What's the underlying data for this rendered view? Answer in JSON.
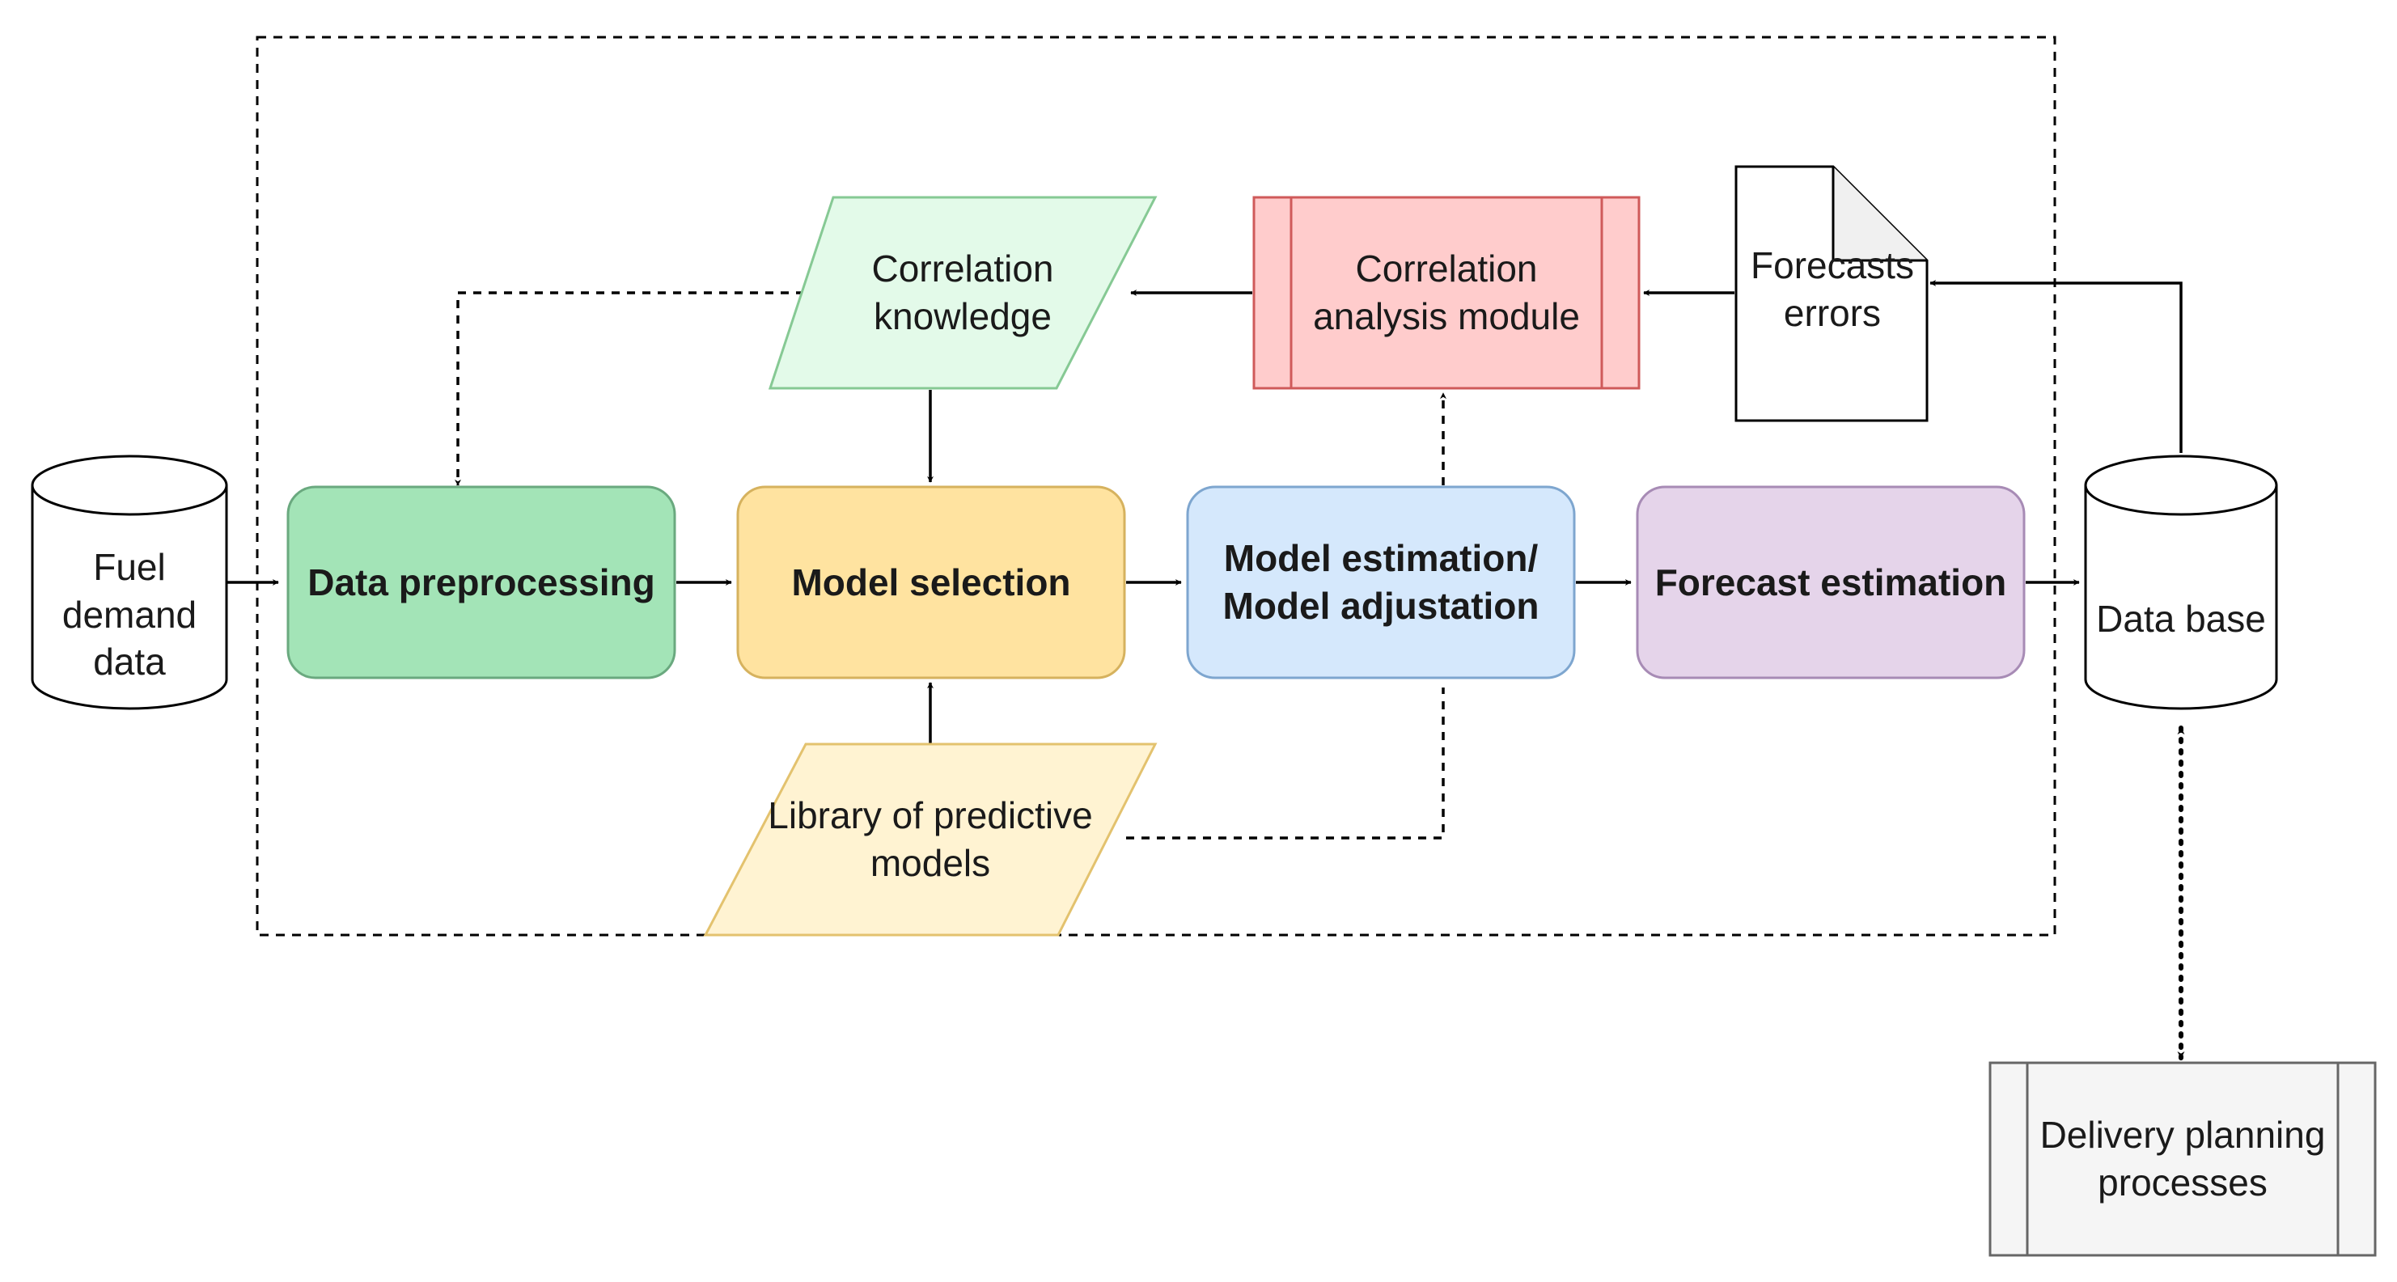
{
  "nodes": {
    "fuel_demand_data": {
      "label": "Fuel\ndemand\ndata",
      "shape": "cylinder"
    },
    "data_preprocessing": {
      "label": "Data preprocessing",
      "shape": "rounded-rect",
      "fill": "#a3e4b7",
      "stroke": "#6aa97f"
    },
    "model_selection": {
      "label": "Model selection",
      "shape": "rounded-rect",
      "fill": "#ffe3a0",
      "stroke": "#d6b25e"
    },
    "model_estimation": {
      "label": "Model estimation/\nModel adjustation",
      "shape": "rounded-rect",
      "fill": "#d5e8fc",
      "stroke": "#7ea6cf"
    },
    "forecast_estimation": {
      "label": "Forecast estimation",
      "shape": "rounded-rect",
      "fill": "#e5d4ea",
      "stroke": "#a78bb5"
    },
    "data_base": {
      "label": "Data base",
      "shape": "cylinder"
    },
    "correlation_knowledge": {
      "label": "Correlation\nknowledge",
      "shape": "parallelogram",
      "fill": "#e3fae9",
      "stroke": "#86c994"
    },
    "library_of_models": {
      "label": "Library of predictive\nmodels",
      "shape": "parallelogram",
      "fill": "#fff3d2",
      "stroke": "#e3c26e"
    },
    "correlation_analysis_module": {
      "label": "Correlation\nanalysis module",
      "shape": "process",
      "fill": "#ffcccc",
      "stroke": "#cf5a5a"
    },
    "forecasts_errors": {
      "label": "Forecasts\nerrors",
      "shape": "document"
    },
    "delivery_planning": {
      "label": "Delivery planning\nprocesses",
      "shape": "process",
      "fill": "#f5f5f5",
      "stroke": "#666666"
    }
  },
  "edges": [
    {
      "from": "fuel_demand_data",
      "to": "data_preprocessing",
      "style": "solid"
    },
    {
      "from": "data_preprocessing",
      "to": "model_selection",
      "style": "solid"
    },
    {
      "from": "model_selection",
      "to": "model_estimation",
      "style": "solid"
    },
    {
      "from": "model_estimation",
      "to": "forecast_estimation",
      "style": "solid"
    },
    {
      "from": "forecast_estimation",
      "to": "data_base",
      "style": "solid"
    },
    {
      "from": "data_base",
      "to": "forecasts_errors",
      "style": "solid"
    },
    {
      "from": "forecasts_errors",
      "to": "correlation_analysis_module",
      "style": "solid"
    },
    {
      "from": "correlation_analysis_module",
      "to": "correlation_knowledge",
      "style": "solid"
    },
    {
      "from": "correlation_knowledge",
      "to": "data_preprocessing",
      "style": "dashed"
    },
    {
      "from": "correlation_knowledge",
      "to": "model_selection",
      "style": "solid"
    },
    {
      "from": "library_of_models",
      "to": "model_selection",
      "style": "solid"
    },
    {
      "from": "library_of_models",
      "to": "correlation_analysis_module",
      "style": "dashed"
    },
    {
      "from": "data_base",
      "to": "delivery_planning",
      "style": "dotted-bidirectional"
    }
  ],
  "boundary": {
    "style": "dashed"
  }
}
